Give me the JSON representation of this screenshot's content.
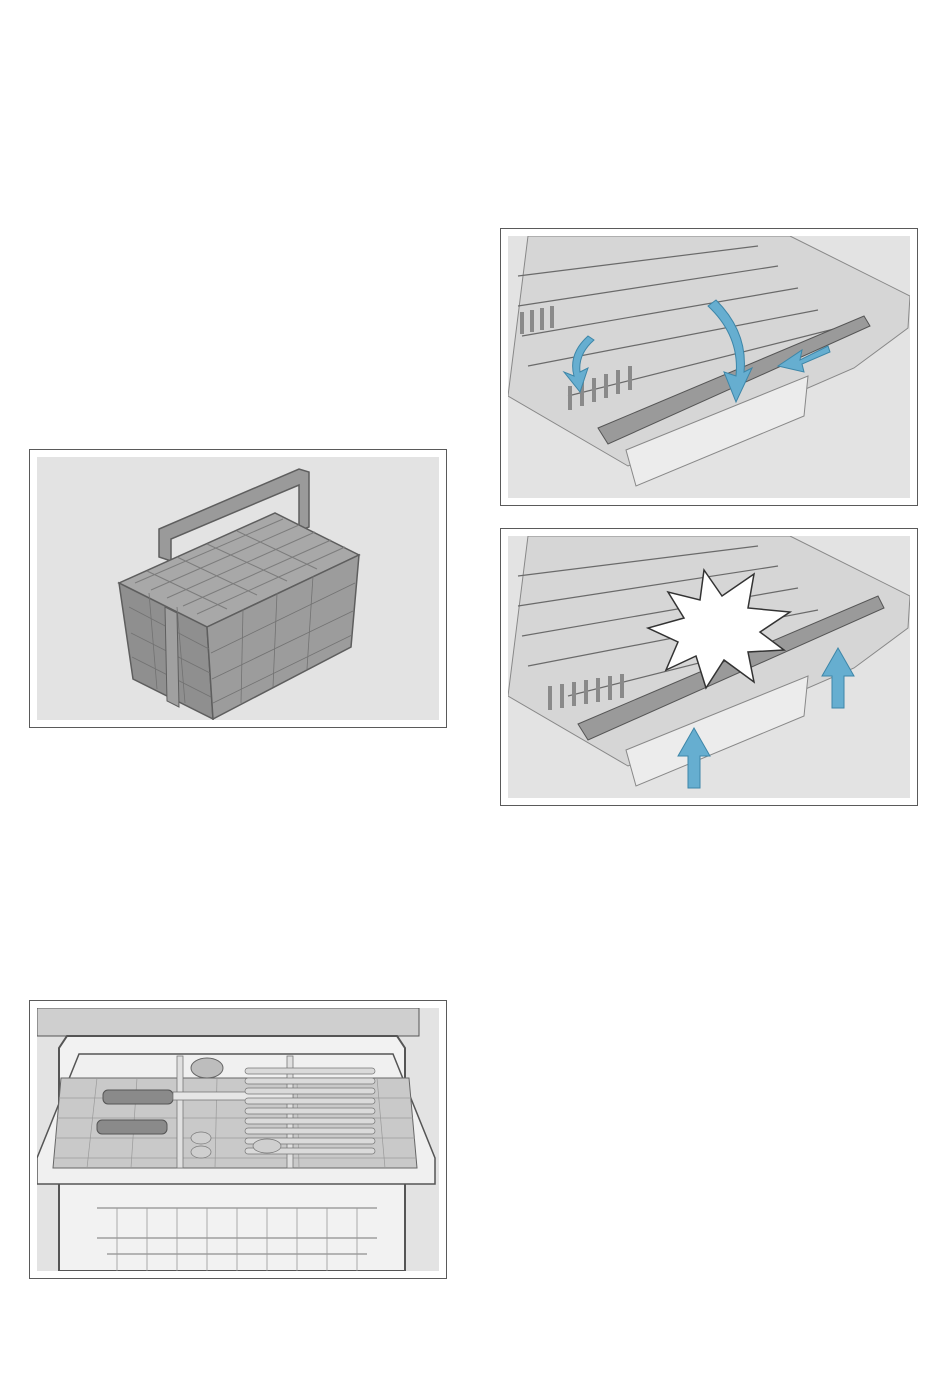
{
  "page": {
    "background": "#ffffff",
    "frame_color": "#5a5a5a",
    "figure_background": "#e3e3e3"
  },
  "figures": [
    {
      "id": "cutlery-basket",
      "caption": "",
      "accent": "#6f6f6f"
    },
    {
      "id": "rack-tines-fold-down",
      "caption": "",
      "arrow_color": "#66aed0",
      "arrow_direction": "down"
    },
    {
      "id": "rack-tines-raise-up",
      "caption": "",
      "arrow_color": "#66aed0",
      "arrow_direction": "up"
    },
    {
      "id": "cutlery-drawer",
      "caption": "",
      "accent": "#b5b5b5"
    }
  ]
}
